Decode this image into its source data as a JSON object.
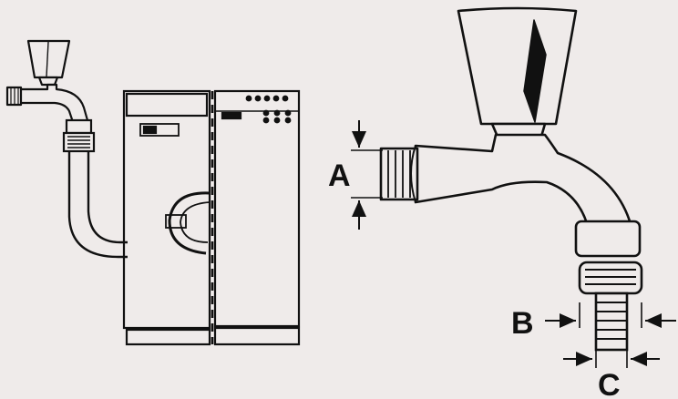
{
  "diagram": {
    "dimension_labels": {
      "a": "A",
      "b": "B",
      "c": "C"
    }
  },
  "colors": {
    "background": "#efebea",
    "ink": "#111111",
    "paper": "#efebea"
  }
}
